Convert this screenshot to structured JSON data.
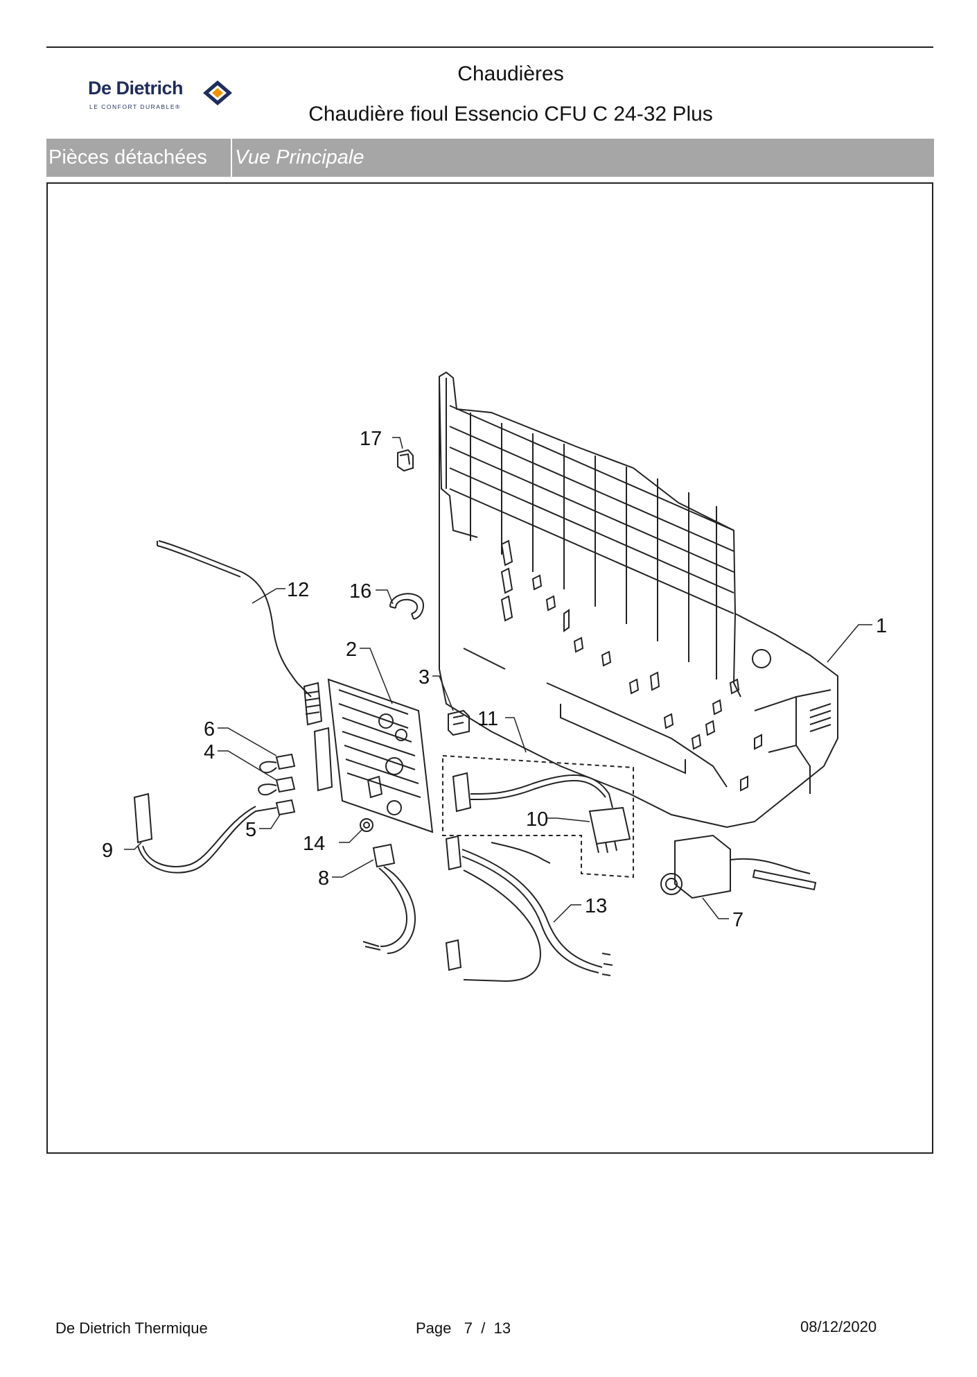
{
  "header": {
    "brand": "De Dietrich",
    "brand_tagline": "LE CONFORT DURABLE®",
    "title": "Chaudières",
    "subtitle": "Chaudière fioul Essencio CFU C 24-32 Plus"
  },
  "section_bar": {
    "category": "Pièces détachées",
    "view": "Vue Principale"
  },
  "diagram": {
    "callouts": [
      "1",
      "2",
      "3",
      "4",
      "5",
      "6",
      "7",
      "8",
      "9",
      "10",
      "11",
      "12",
      "13",
      "14",
      "16",
      "17"
    ]
  },
  "footer": {
    "company": "De Dietrich Thermique",
    "page_label": "Page",
    "page_current": "7",
    "page_separator": "/",
    "page_total": "13",
    "date": "08/12/2020"
  },
  "colors": {
    "brand_navy": "#1f2d5c",
    "brand_orange": "#f39200",
    "bar_gray": "#a6a6a6"
  }
}
